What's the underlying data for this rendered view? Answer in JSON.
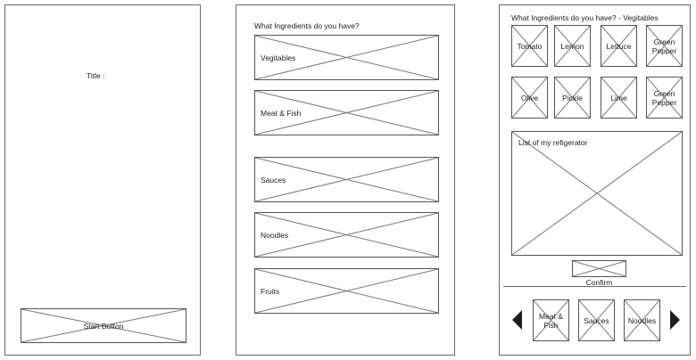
{
  "screen1": {
    "title_label": "Title :",
    "start_button_label": "Start Button"
  },
  "screen2": {
    "heading": "What Ingredients do you have?",
    "categories": [
      "Vegitables",
      "Meat & Fish",
      "Sauces",
      "Noodles",
      "Fruits"
    ]
  },
  "screen3": {
    "heading": "What Ingredients do you have? - Vegitables",
    "items": [
      "Tomato",
      "Lemon",
      "Lettuce",
      "Green Pepper",
      "Olive",
      "Pickle",
      "Lime",
      "Green Pepper"
    ],
    "fridge_label": "List of my refigerator",
    "confirm_label": "Confirm",
    "nav_categories": [
      "Meat & Fish",
      "Sauces",
      "Noodles"
    ]
  }
}
